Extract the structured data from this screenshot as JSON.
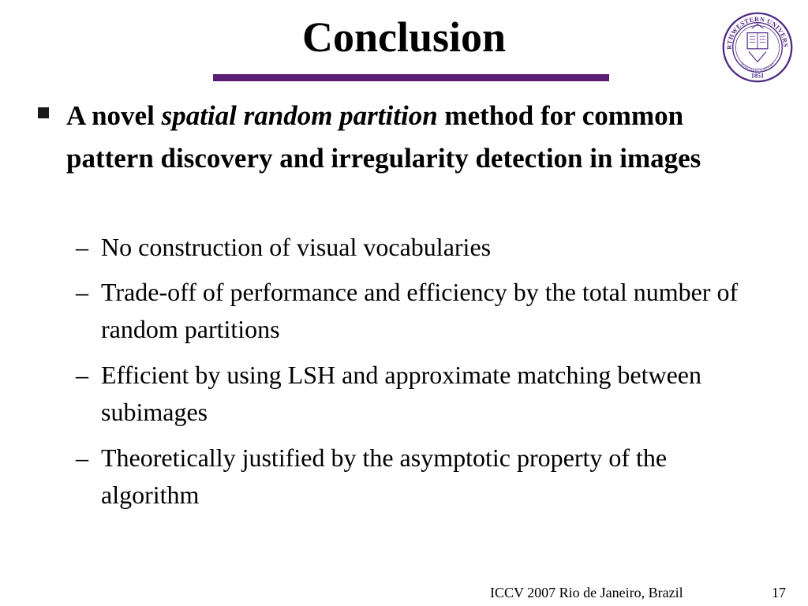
{
  "slide": {
    "title": "Conclusion",
    "main_bullet": {
      "text_before": "A novel ",
      "text_emph": "spatial random partition",
      "text_after": " method for common pattern discovery and irregularity detection in images"
    },
    "sub_bullets": [
      "No construction of visual vocabularies",
      "Trade-off of performance and efficiency by the total number of random partitions",
      "Efficient by using LSH and approximate matching between subimages",
      "Theoretically justified by the asymptotic property of the algorithm"
    ],
    "footer_text": "ICCV 2007 Rio de Janeiro, Brazil",
    "page_number": "17",
    "dash_glyph": "–",
    "seal": {
      "top_text": "NORTHWESTERN UNIVERSITY",
      "year": "1851",
      "motto": "QUAECUMQUE SUNT VERA"
    }
  },
  "colors": {
    "accent": "#5a1d73",
    "seal": "#4e2a84"
  }
}
